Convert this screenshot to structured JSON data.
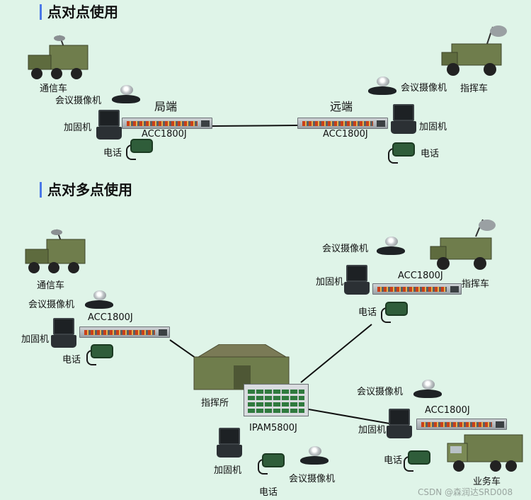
{
  "sections": {
    "p2p_title": "点对点使用",
    "p2mp_title": "点对多点使用"
  },
  "p2p": {
    "local_label": "局端",
    "remote_label": "远端",
    "local": {
      "vehicle": "通信车",
      "camera": "会议摄像机",
      "laptop": "加固机",
      "phone": "电话",
      "device": "ACC1800J"
    },
    "remote": {
      "vehicle": "指挥车",
      "camera": "会议摄像机",
      "laptop": "加固机",
      "phone": "电话",
      "device": "ACC1800J"
    }
  },
  "p2mp": {
    "left": {
      "vehicle": "通信车",
      "camera": "会议摄像机",
      "laptop": "加固机",
      "phone": "电话",
      "device": "ACC1800J"
    },
    "hub": {
      "tent": "指挥所",
      "device": "IPAM5800J",
      "laptop": "加固机",
      "phone": "电话",
      "camera": "会议摄像机"
    },
    "top_right": {
      "camera": "会议摄像机",
      "laptop": "加固机",
      "device": "ACC1800J",
      "vehicle": "指挥车",
      "phone": "电话"
    },
    "bottom_right": {
      "camera": "会议摄像机",
      "laptop": "加固机",
      "device": "ACC1800J",
      "phone": "电话",
      "vehicle": "业务车"
    }
  },
  "colors": {
    "background": "#dff4e8",
    "accent_bar": "#4a78e8",
    "camo_green": "#6f7d4c"
  },
  "watermark": "CSDN @森润达SRD008"
}
